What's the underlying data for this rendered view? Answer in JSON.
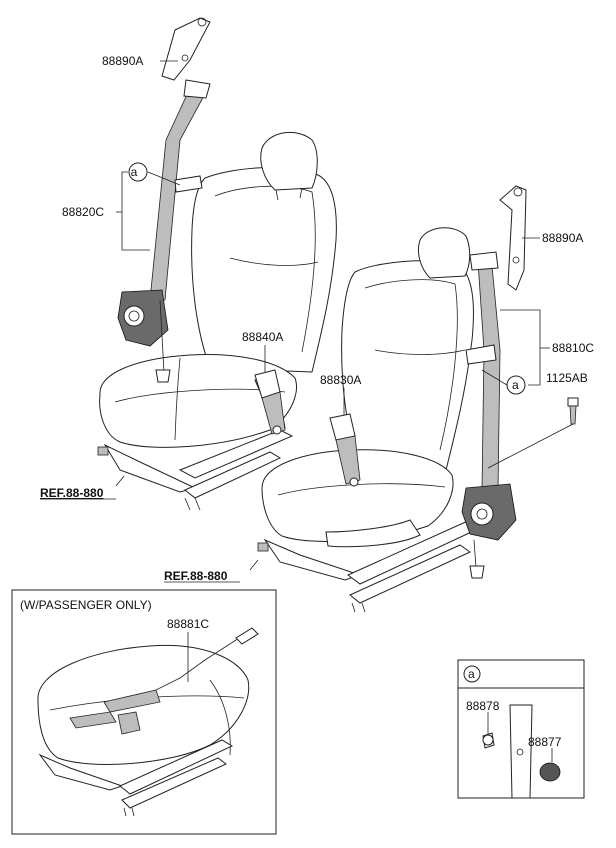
{
  "labels": {
    "p88890A_top": "88890A",
    "p88820C": "88820C",
    "p88840A": "88840A",
    "p88830A": "88830A",
    "p88890A_right": "88890A",
    "p88810C": "88810C",
    "p1125AB": "1125AB",
    "ref_left": "REF.88-880",
    "ref_right": "REF.88-880",
    "p88881C": "88881C",
    "p88878": "88878",
    "p88877": "88877",
    "callout_a_left": "a",
    "callout_a_right": "a",
    "callout_a_detail": "a"
  },
  "inset_passenger": {
    "title": "(W/PASSENGER ONLY)"
  }
}
